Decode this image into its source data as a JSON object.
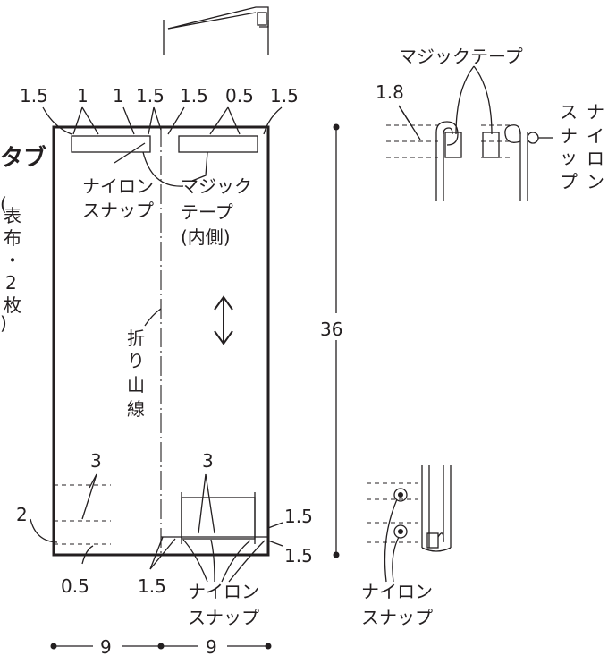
{
  "title": {
    "main": "タブ",
    "sub_open": "(",
    "sub_1": "表",
    "sub_2": "布",
    "sub_3": "・",
    "sub_4": "2",
    "sub_5": "枚",
    "sub_close": ")"
  },
  "dims": {
    "top_a": "1.5",
    "top_b": "1",
    "top_c": "1",
    "top_d": "1.5",
    "top_e": "1.5",
    "top_f": "0.5",
    "top_g": "1.5",
    "height": "36",
    "width_left": "9",
    "width_right": "9",
    "left_3": "3",
    "left_2": "2",
    "left_05": "0.5",
    "right_3": "3",
    "right_15a": "1.5",
    "right_15b": "1.5",
    "bottom_15": "1.5",
    "detail_18": "1.8"
  },
  "labels": {
    "nylon_1": "ナイロン",
    "snap_1": "スナップ",
    "magic_1": "マジック",
    "tape_1": "テープ",
    "inner": "(内側)",
    "fold_1": "折",
    "fold_2": "り",
    "fold_3": "山",
    "fold_4": "線",
    "nylon_bottom": "ナイロン",
    "snap_bottom": "スナップ",
    "magic_tape_detail": "マジックテープ",
    "snap_v_1": "ス",
    "snap_v_2": "ナ",
    "snap_v_3": "ッ",
    "snap_v_4": "プ",
    "nylon_v_1": "ナ",
    "nylon_v_2": "イ",
    "nylon_v_3": "ロ",
    "nylon_v_4": "ン",
    "nylon_right": "ナイロン",
    "snap_right": "スナップ"
  }
}
